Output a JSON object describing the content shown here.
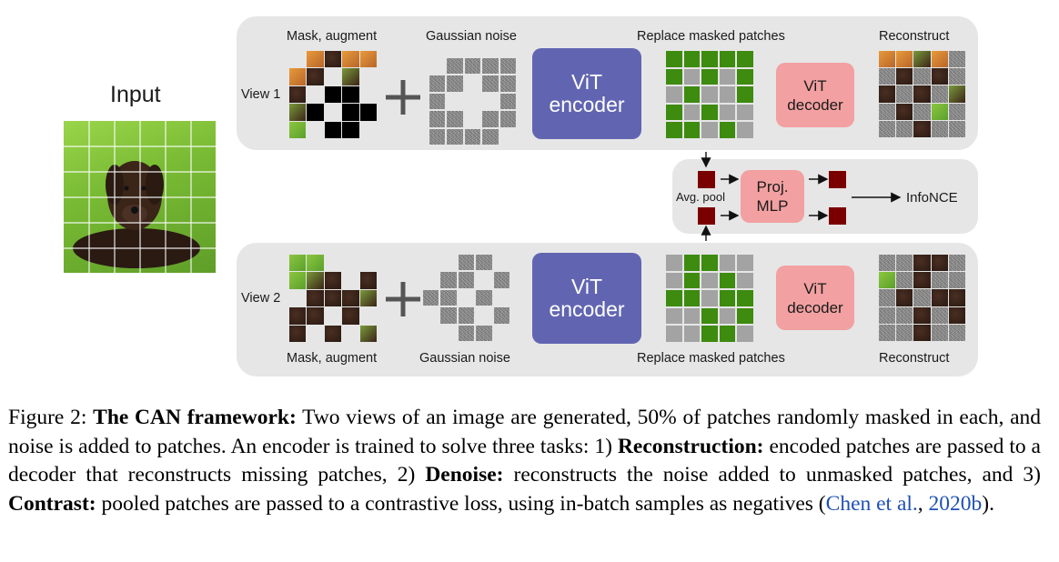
{
  "input": {
    "label": "Input"
  },
  "view1": {
    "label": "View 1",
    "mask_label": "Mask, augment",
    "noise_label": "Gaussian noise",
    "replace_label": "Replace masked patches",
    "reconstruct_label": "Reconstruct"
  },
  "view2": {
    "label": "View 2",
    "mask_label": "Mask, augment",
    "noise_label": "Gaussian noise",
    "replace_label": "Replace masked patches",
    "reconstruct_label": "Reconstruct"
  },
  "encoder": {
    "line1": "ViT",
    "line2": "encoder"
  },
  "decoder": {
    "line1": "ViT",
    "line2": "decoder"
  },
  "contrast": {
    "avg_pool": "Avg. pool",
    "proj_line1": "Proj.",
    "proj_line2": "MLP",
    "infonce": "InfoNCE"
  },
  "colors": {
    "panel": "#e6e6e6",
    "encoder": "#6165b1",
    "decoder": "#f2a0a1",
    "patch_green": "#3d8b0f",
    "patch_gray": "#a3a3a3",
    "pool_square": "#7a0000",
    "citation": "#1f4fb5"
  },
  "caption": {
    "fig": "Figure 2:",
    "title": "The CAN framework:",
    "text1": "Two views of an image are generated, 50% of patches randomly masked in each, and noise is added to patches. An encoder is trained to solve three tasks: 1)",
    "t_recon": "Reconstruction:",
    "text2": "encoded patches are passed to a decoder that reconstructs missing patches, 2)",
    "t_denoise": "Denoise:",
    "text3": "reconstructs the noise added to unmasked patches, and 3)",
    "t_contrast": "Contrast:",
    "text4": "pooled patches are passed to a contrastive loss, using in-batch samples as negatives (",
    "cite_author": "Chen et al.",
    "cite_sep": ",",
    "cite_year": "2020b",
    "text5": ")."
  }
}
